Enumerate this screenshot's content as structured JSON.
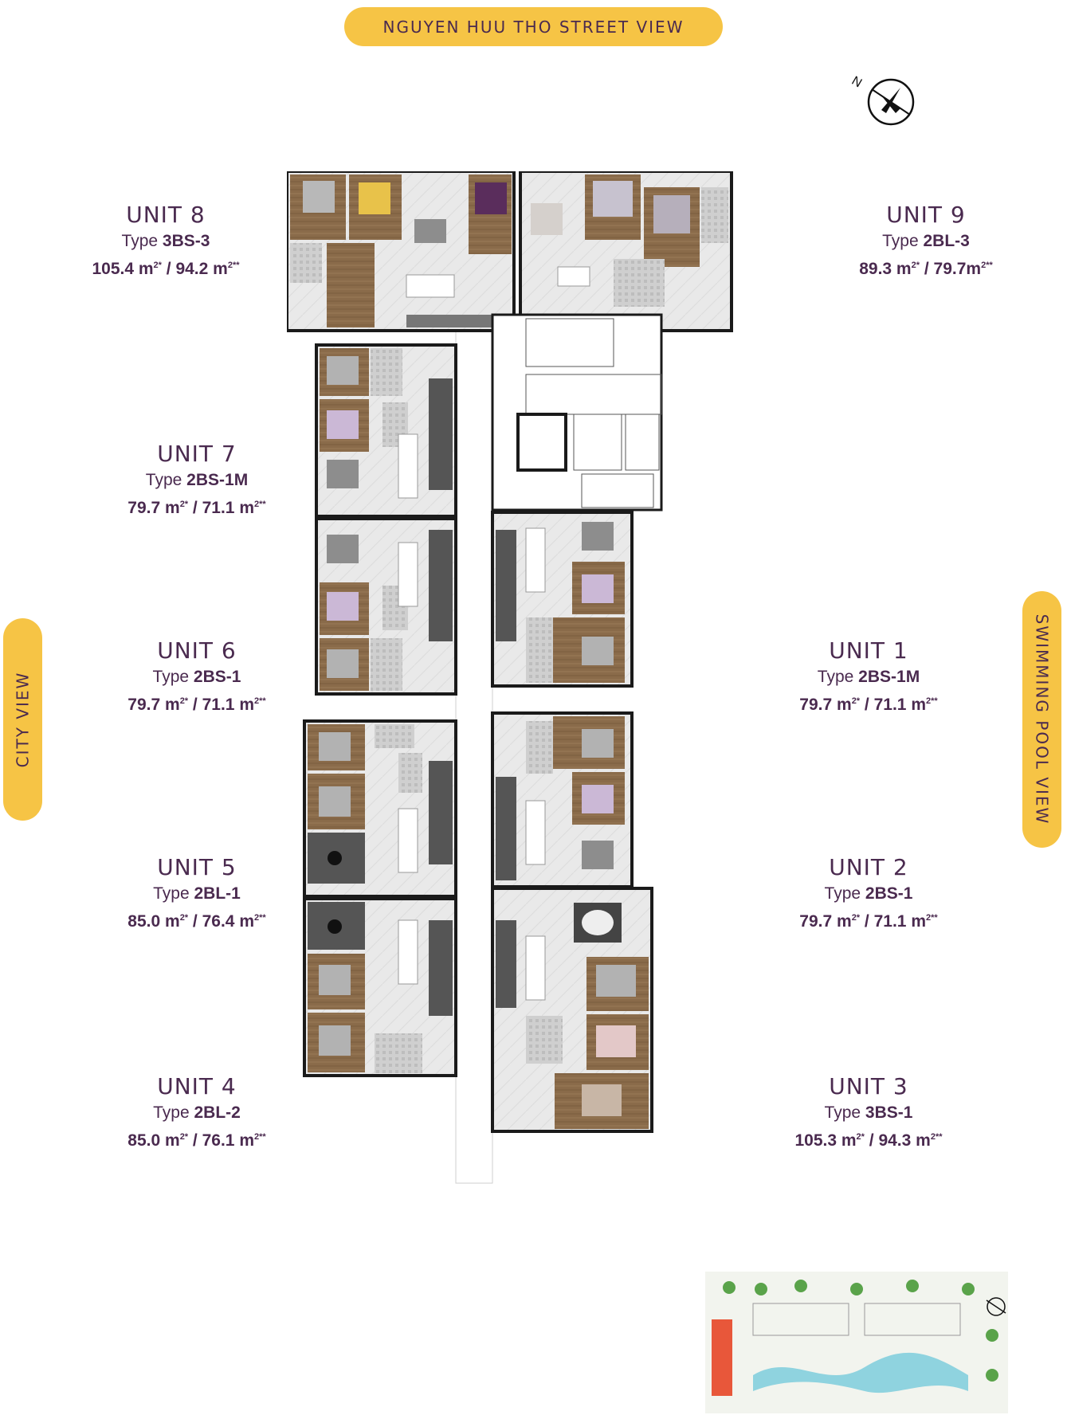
{
  "views": {
    "top": "NGUYEN HUU THO STREET VIEW",
    "left": "CITY VIEW",
    "right": "SWIMMING POOL VIEW"
  },
  "compass_label": "N",
  "units": [
    {
      "id": "unit8",
      "name": "UNIT 8",
      "type_prefix": "Type",
      "type_code": "3BS-3",
      "area1": "105.4 m",
      "area2": "94.2 m"
    },
    {
      "id": "unit9",
      "name": "UNIT 9",
      "type_prefix": "Type",
      "type_code": "2BL-3",
      "area1": "89.3 m",
      "area2": "79.7m"
    },
    {
      "id": "unit7",
      "name": "UNIT 7",
      "type_prefix": "Type",
      "type_code": "2BS-1M",
      "area1": "79.7 m",
      "area2": "71.1 m"
    },
    {
      "id": "unit6",
      "name": "UNIT 6",
      "type_prefix": "Type",
      "type_code": "2BS-1",
      "area1": "79.7 m",
      "area2": "71.1 m"
    },
    {
      "id": "unit1",
      "name": "UNIT 1",
      "type_prefix": "Type",
      "type_code": "2BS-1M",
      "area1": "79.7 m",
      "area2": "71.1 m"
    },
    {
      "id": "unit5",
      "name": "UNIT 5",
      "type_prefix": "Type",
      "type_code": "2BL-1",
      "area1": "85.0 m",
      "area2": "76.4 m"
    },
    {
      "id": "unit2",
      "name": "UNIT 2",
      "type_prefix": "Type",
      "type_code": "2BS-1",
      "area1": "79.7 m",
      "area2": "71.1 m"
    },
    {
      "id": "unit4",
      "name": "UNIT 4",
      "type_prefix": "Type",
      "type_code": "2BL-2",
      "area1": "85.0 m",
      "area2": "76.1 m"
    },
    {
      "id": "unit3",
      "name": "UNIT 3",
      "type_prefix": "Type",
      "type_code": "3BS-1",
      "area1": "105.3 m",
      "area2": "94.3 m"
    }
  ],
  "area_marks": {
    "sup1": "2*",
    "sup2": "2**",
    "sep": " / "
  },
  "colors": {
    "pill": "#f6c445",
    "text": "#4a2a4f",
    "wood": "#8a6b4a",
    "tile": "#e6e6e6",
    "wall": "#1a1a1a",
    "water": "#8fd3df",
    "highlight": "#e8573a"
  }
}
